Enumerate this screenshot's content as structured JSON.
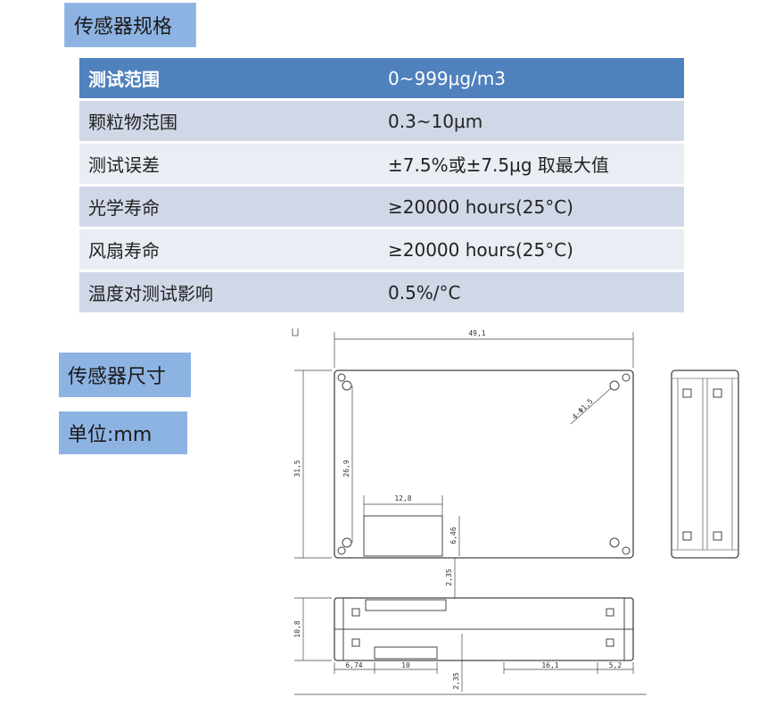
{
  "spec_title": "传感器规格",
  "table": {
    "rows": [
      {
        "label": "测试范围",
        "value": "0~999μg/m3"
      },
      {
        "label": "颗粒物范围",
        "value": "0.3~10μm"
      },
      {
        "label": "测试误差",
        "value": "±7.5%或±7.5μg 取最大值"
      },
      {
        "label": "光学寿命",
        "value": "≥20000  hours(25°C)"
      },
      {
        "label": "风扇寿命",
        "value": "≥20000  hours(25°C)"
      },
      {
        "label": "温度对测试影响",
        "value": "0.5%/°C"
      }
    ]
  },
  "dim_title": "传感器尺寸",
  "unit_label": "单位:mm",
  "drawing": {
    "top_width": "49,1",
    "height": "31,5",
    "hole_distance": "26,9",
    "window_width": "12,8",
    "window_height": "6,46",
    "hole_spec": "4-Φ1,5",
    "gap": "2,35",
    "side_height": "10,8",
    "left_offset": "6,74",
    "port_width": "10",
    "right_length": "16,1",
    "right_offset": "5,2",
    "bottom_gap": "2,35"
  }
}
